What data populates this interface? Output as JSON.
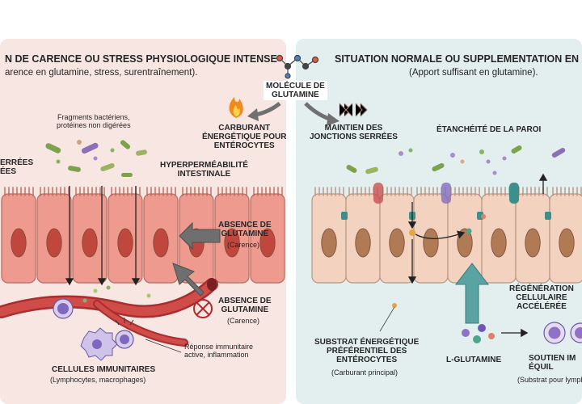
{
  "left_panel": {
    "title": "N DE CARENCE OU STRESS PHYSIOLOGIQUE INTENSE",
    "subtitle": "arence en glutamine, stress, surentraînement).",
    "labels": {
      "bacterial_fragments": "Fragments bactériens,\nprotéines non digérées",
      "tight_junctions_cut": "ERRÉES\nÉES",
      "hyperpermeability": "HYPERPERMÉABILITÉ\nINTESTINALE",
      "absence_1": "ABSENCE DE\nGLUTAMINE",
      "absence_1_note": "(Carence)",
      "absence_2": "ABSENCE DE\nGLUTAMINE",
      "absence_2_note": "(Carence)",
      "immune_response": "Réponse immunitaire\nactive, inflammation",
      "immune_cells": "CELLULES IMMUNITAIRES",
      "immune_cells_note": "(Lymphocytes, macrophages)"
    }
  },
  "center": {
    "molecule_label": "MOLÉCULE DE\nGLUTAMINE",
    "fuel_label": "CARBURANT\nÉNERGÉTIQUE POUR\nENTÉROCYTES",
    "junction_label": "MAINTIEN DES\nJONCTIONS SERRÉES"
  },
  "right_panel": {
    "title": "SITUATION NORMALE OU SUPPLEMENTATION EN G",
    "subtitle": "(Apport suffisant en glutamine).",
    "labels": {
      "wall_tightness": "ÉTANCHÉITÉ DE LA PAROI",
      "regeneration": "RÉGÉNÉRATION\nCELLULAIRE\nACCÉLÉRÉE",
      "substrate": "SUBSTRAT ÉNERGÉTIQUE\nPRÉFÉRENTIEL DES\nENTÉROCYTES",
      "substrate_note": "(Carburant principal)",
      "l_glutamine": "L-GLUTAMINE",
      "support": "SOUTIEN IM\nÉQUIL",
      "support_note": "(Substrat pour lympho"
    }
  },
  "colors": {
    "left_bg": "#f8e6e3",
    "right_bg": "#e2efee",
    "inflamed_cell": "#ee9a8e",
    "healthy_cell": "#f3d2bf",
    "blood_vessel": "#c94040",
    "arrow_gray": "#707070",
    "arrow_teal": "#5aa3a3",
    "junction_teal": "#3c8f8a",
    "immune_purple": "#8d76c6",
    "fire_orange": "#f08a1c"
  },
  "icons": [
    "glutamine-molecule-icon",
    "fire-icon",
    "tight-junction-icon",
    "no-glutamine-icon",
    "bacteria-icon",
    "lymphocyte-icon",
    "macrophage-icon",
    "blood-vessel-icon"
  ]
}
